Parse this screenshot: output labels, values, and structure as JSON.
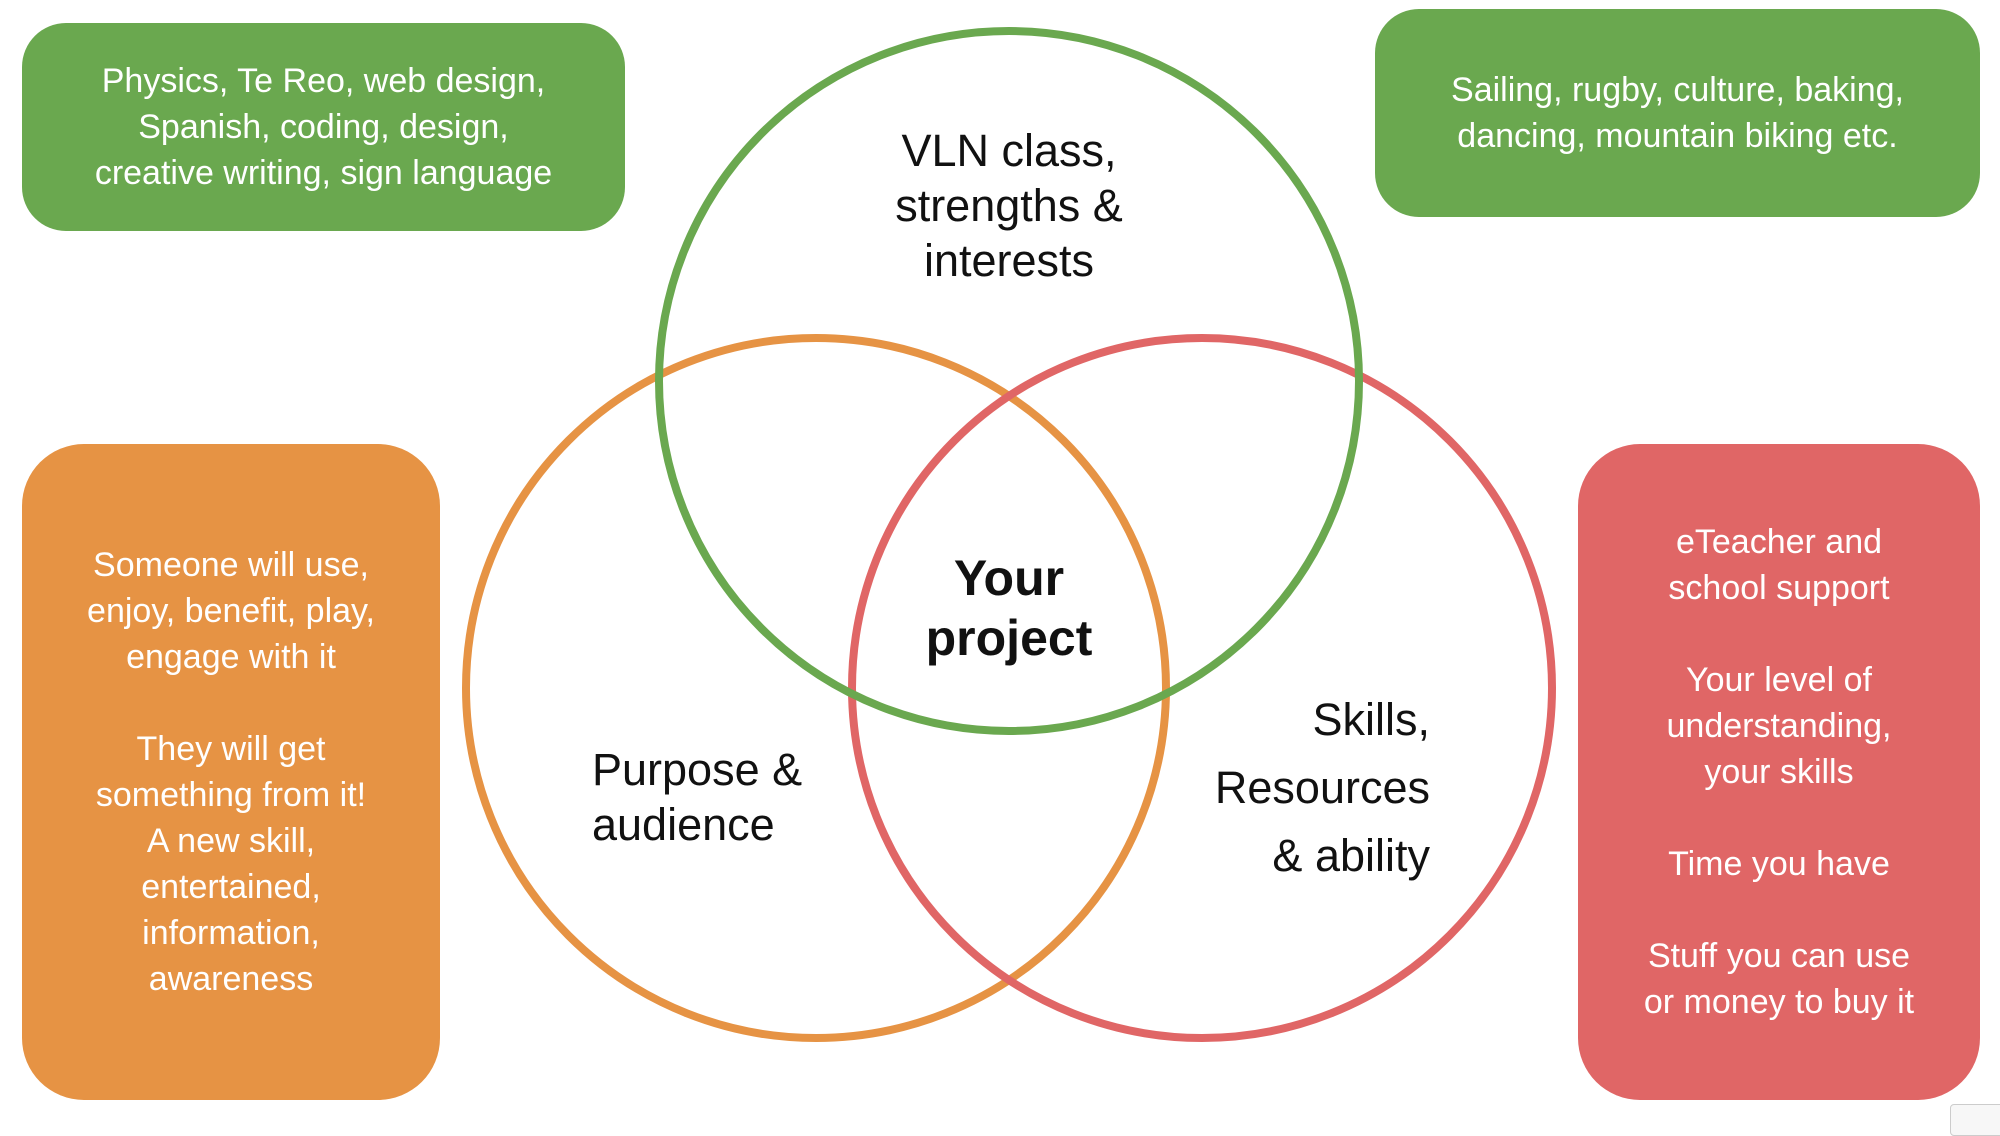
{
  "colors": {
    "green": "#6aa84f",
    "orange": "#e69344",
    "red": "#e06666"
  },
  "boxes": {
    "subjects": "Physics, Te Reo, web design,\nSpanish, coding, design,\ncreative writing, sign language",
    "hobbies": "Sailing, rugby, culture, baking,\ndancing, mountain biking etc.",
    "audience": [
      "Someone will use,\nenjoy, benefit, play,\nengage with it",
      "They will get\nsomething from it!\nA new skill,\nentertained,\ninformation,\nawareness"
    ],
    "resources": [
      "eTeacher and\nschool support",
      "Your level of\nunderstanding,\nyour skills",
      "Time you have",
      "Stuff you can use\nor money to buy it"
    ]
  },
  "circles": {
    "top": "VLN class,\nstrengths &\ninterests",
    "left": "Purpose &\naudience",
    "right": "Skills,\nResources\n& ability",
    "center": "Your\nproject"
  }
}
